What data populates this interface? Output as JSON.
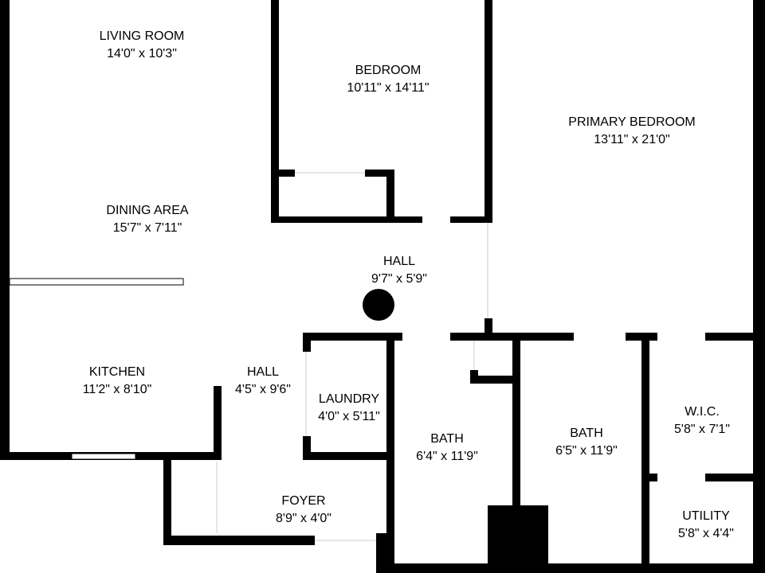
{
  "floorplan": {
    "wall_color": "#000000",
    "rooms": [
      {
        "name": "LIVING ROOM",
        "size": "14'0\" x 10'3\""
      },
      {
        "name": "BEDROOM",
        "size": "10'11\" x 14'11\""
      },
      {
        "name": "PRIMARY BEDROOM",
        "size": "13'11\" x 21'0\""
      },
      {
        "name": "DINING AREA",
        "size": "15'7\" x 7'11\""
      },
      {
        "name": "HALL",
        "size": "9'7\" x 5'9\""
      },
      {
        "name": "KITCHEN",
        "size": "11'2\" x 8'10\""
      },
      {
        "name": "HALL",
        "size": "4'5\" x 9'6\""
      },
      {
        "name": "LAUNDRY",
        "size": "4'0\" x 5'11\""
      },
      {
        "name": "BATH",
        "size": "6'4\" x 11'9\""
      },
      {
        "name": "BATH",
        "size": "6'5\" x 11'9\""
      },
      {
        "name": "W.I.C.",
        "size": "5'8\" x 7'1\""
      },
      {
        "name": "FOYER",
        "size": "8'9\" x 4'0\""
      },
      {
        "name": "UTILITY",
        "size": "5'8\" x 4'4\""
      }
    ]
  }
}
